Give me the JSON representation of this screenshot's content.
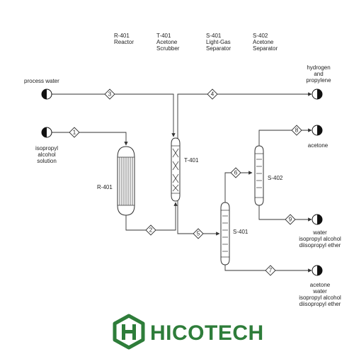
{
  "headers": [
    {
      "id": "R-401",
      "name": "Reactor"
    },
    {
      "id": "T-401",
      "name": "Acetone Scrubber"
    },
    {
      "id": "S-401",
      "name": "Light-Gas Separator"
    },
    {
      "id": "S-402",
      "name": "Acetone Separator"
    }
  ],
  "header_lines": [
    [
      "R-401",
      "Reactor"
    ],
    [
      "T-401",
      "Acetone",
      "Scrubber"
    ],
    [
      "S-401",
      "Light-Gas",
      "Separator"
    ],
    [
      "S-402",
      "Acetone",
      "Separator"
    ]
  ],
  "equipment_labels": {
    "r401": "R-401",
    "t401": "T-401",
    "s401": "S-401",
    "s402": "S-402"
  },
  "terminals": {
    "process_water": [
      "process water"
    ],
    "feed": [
      "isopropyl",
      "alcohol",
      "solution"
    ],
    "top_out": [
      "hydrogen",
      "and",
      "propylene"
    ],
    "acetone": [
      "acetone"
    ],
    "s402_bottom": [
      "water",
      "isopropyl alcohol",
      "diisopropyl ether"
    ],
    "s401_bottom": [
      "acetone",
      "water",
      "isopropyl alcohol",
      "diisopropyl ether"
    ]
  },
  "streams": [
    "1",
    "2",
    "3",
    "4",
    "5",
    "6",
    "7",
    "8",
    "9"
  ],
  "logo": {
    "text": "HICOTECH",
    "color": "#2e7d3a"
  }
}
